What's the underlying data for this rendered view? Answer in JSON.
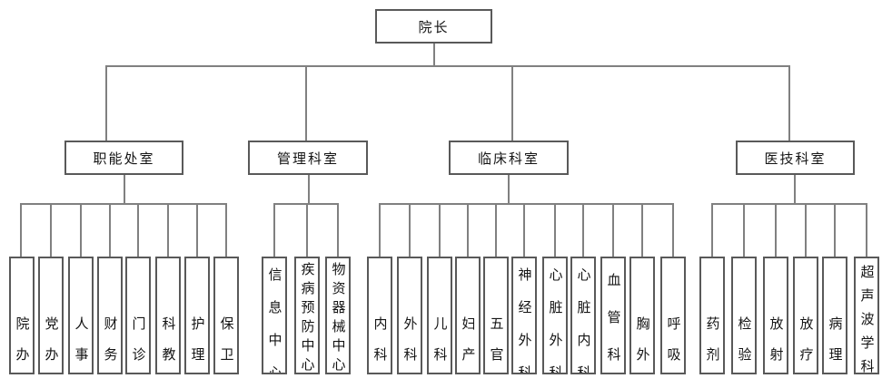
{
  "palette": {
    "background": "#ffffff",
    "box_border": "#595959",
    "connector_line": "#808080",
    "text": "#141414"
  },
  "org": {
    "type": "org-chart",
    "root": {
      "label": "院长"
    },
    "groups": [
      {
        "label": "职能处室",
        "children": [
          "院办",
          "党办",
          "人事",
          "财务",
          "门诊",
          "科教",
          "护理",
          "保卫"
        ]
      },
      {
        "label": "管理科室",
        "children": [
          "信息中心",
          "疾病预防中心",
          "物资器械中心"
        ]
      },
      {
        "label": "临床科室",
        "children": [
          "内科",
          "外科",
          "儿科",
          "妇产",
          "五官",
          "神经外科",
          "心脏外科",
          "心脏内科",
          "血管科",
          "胸外",
          "呼吸"
        ]
      },
      {
        "label": "医技科室",
        "children": [
          "药剂",
          "检验",
          "放射",
          "放疗",
          "病理",
          "超声波学科"
        ]
      }
    ]
  }
}
